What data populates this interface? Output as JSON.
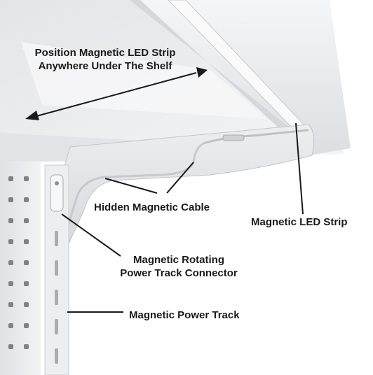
{
  "labels": {
    "position_strip": [
      "Position Magnetic LED Strip",
      "Anywhere Under The Shelf"
    ],
    "hidden_cable": "Hidden Magnetic Cable",
    "led_strip": "Magnetic LED Strip",
    "rotating_connector": [
      "Magnetic Rotating",
      "Power Track Connector"
    ],
    "power_track": "Magnetic Power Track"
  },
  "colors": {
    "shelf": "#e9eaec",
    "shelf_shadow": "#cfd1d4",
    "panel": "#f0f1f3",
    "holes": "#7e8185",
    "annotation": "#1a1a1a"
  }
}
